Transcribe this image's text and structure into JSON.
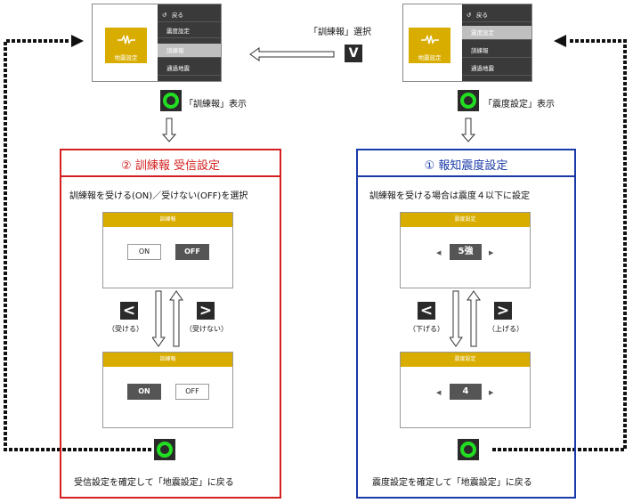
{
  "screens": {
    "left": {
      "tile_label": "地震設定",
      "menu": [
        "戻る",
        "震度設定",
        "訓練報",
        "通過地震"
      ],
      "selected_index": 2
    },
    "right": {
      "tile_label": "地震設定",
      "menu": [
        "戻る",
        "震度設定",
        "訓練報",
        "通過地震"
      ],
      "selected_index": 1
    }
  },
  "top": {
    "select_label": "「訓練報」選択",
    "select_button": "V",
    "left_caption": "「訓練報」表示",
    "right_caption": "「震度設定」表示"
  },
  "panel_left": {
    "title": "② 訓練報 受信設定",
    "description": "訓練報を受ける(ON)／受けない(OFF)を選択",
    "screen_header": "訓練報",
    "on_label": "ON",
    "off_label": "OFF",
    "first_state": "OFF",
    "second_state": "ON",
    "btn_left": "<",
    "btn_right": ">",
    "left_btn_caption": "（受ける）",
    "right_btn_caption": "（受けない）",
    "footer": "受信設定を確定して「地震設定」に戻る",
    "color": "#d42020"
  },
  "panel_right": {
    "title": "① 報知震度設定",
    "description": "訓練報を受ける場合は震度４以下に設定",
    "screen_header": "震度設定",
    "value_top": "5強",
    "value_bottom": "4",
    "btn_left": "<",
    "btn_right": ">",
    "left_btn_caption": "（下げる）",
    "right_btn_caption": "（上げる）",
    "footer": "震度設定を確定して「地震設定」に戻る",
    "color": "#1a3aa8"
  },
  "icons": {
    "back": "back-arrow-icon",
    "wave": "seismic-wave-icon",
    "ok": "ok-button-icon"
  }
}
